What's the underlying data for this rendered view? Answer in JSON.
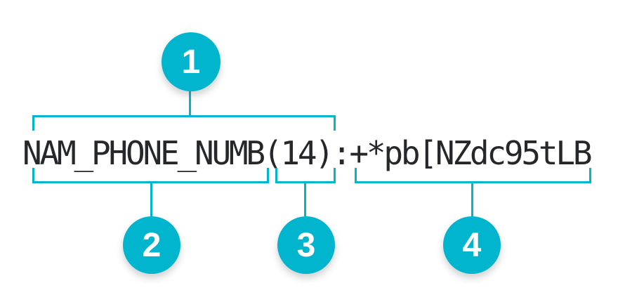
{
  "diagram": {
    "full_string": "NAM_PHONE_NUMB(14):+*pb[NZdc95tLB",
    "segments": {
      "field_name": "NAM_PHONE_NUMB",
      "length": "(14)",
      "separator": ":",
      "value": "+*pb[NZdc95tLB"
    },
    "callouts": [
      {
        "number": "1"
      },
      {
        "number": "2"
      },
      {
        "number": "3"
      },
      {
        "number": "4"
      }
    ],
    "colors": {
      "accent": "#00b5cd",
      "text": "#26272a",
      "background": "#ffffff"
    }
  }
}
